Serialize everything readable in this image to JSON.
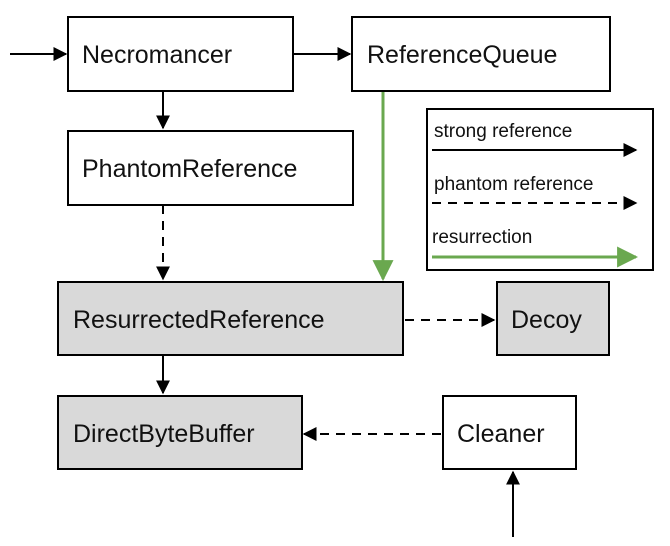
{
  "nodes": {
    "necromancer": {
      "label": "Necromancer",
      "shaded": false
    },
    "reference_queue": {
      "label": "ReferenceQueue",
      "shaded": false
    },
    "phantom_reference": {
      "label": "PhantomReference",
      "shaded": false
    },
    "resurrected_reference": {
      "label": "ResurrectedReference",
      "shaded": true
    },
    "decoy": {
      "label": "Decoy",
      "shaded": true
    },
    "direct_byte_buffer": {
      "label": "DirectByteBuffer",
      "shaded": true
    },
    "cleaner": {
      "label": "Cleaner",
      "shaded": false
    }
  },
  "edges": [
    {
      "from": "external",
      "to": "necromancer",
      "type": "strong"
    },
    {
      "from": "necromancer",
      "to": "reference_queue",
      "type": "strong"
    },
    {
      "from": "necromancer",
      "to": "phantom_reference",
      "type": "strong"
    },
    {
      "from": "phantom_reference",
      "to": "resurrected_reference",
      "type": "phantom"
    },
    {
      "from": "reference_queue",
      "to": "resurrected_reference",
      "type": "resurrection"
    },
    {
      "from": "resurrected_reference",
      "to": "decoy",
      "type": "phantom"
    },
    {
      "from": "resurrected_reference",
      "to": "direct_byte_buffer",
      "type": "strong"
    },
    {
      "from": "cleaner",
      "to": "direct_byte_buffer",
      "type": "phantom"
    },
    {
      "from": "external",
      "to": "cleaner",
      "type": "strong"
    }
  ],
  "legend": {
    "strong": "strong reference",
    "phantom": "phantom reference",
    "resurrection": "resurrection"
  },
  "colors": {
    "shaded_fill": "#d9d9d9",
    "plain_fill": "#ffffff",
    "stroke": "#000000",
    "resurrection": "#6aa84f"
  }
}
